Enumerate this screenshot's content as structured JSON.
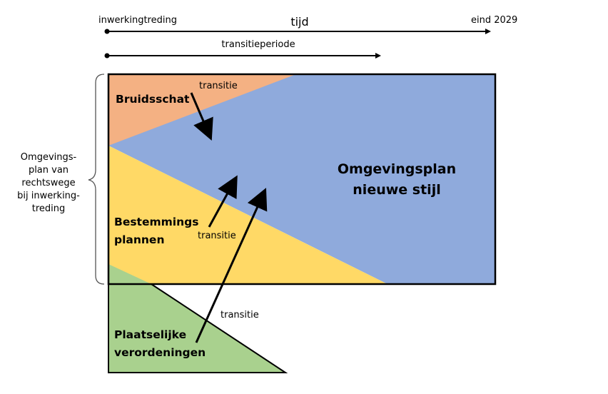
{
  "timeline": {
    "start_label": "inwerkingtreding",
    "axis_label": "tijd",
    "end_label": "eind 2029",
    "transition_period_label": "transitieperiode"
  },
  "brace_label": [
    "Omgevings-",
    "plan van",
    "rechtswege",
    "bij inwerking-",
    "treding"
  ],
  "regions": {
    "bruidsschat": {
      "label": "Bruidsschat",
      "color": "#f4b183"
    },
    "bestemmingsplannen": {
      "label_lines": [
        "Bestemmings",
        "plannen"
      ],
      "color": "#ffd966"
    },
    "plaatselijke_verordeningen": {
      "label_lines": [
        "Plaatselijke",
        "verordeningen"
      ],
      "color": "#a9d18e"
    },
    "omgevingsplan": {
      "label_lines": [
        "Omgevingsplan",
        "nieuwe stijl"
      ],
      "color": "#8faadc"
    }
  },
  "transition_label": "transitie"
}
